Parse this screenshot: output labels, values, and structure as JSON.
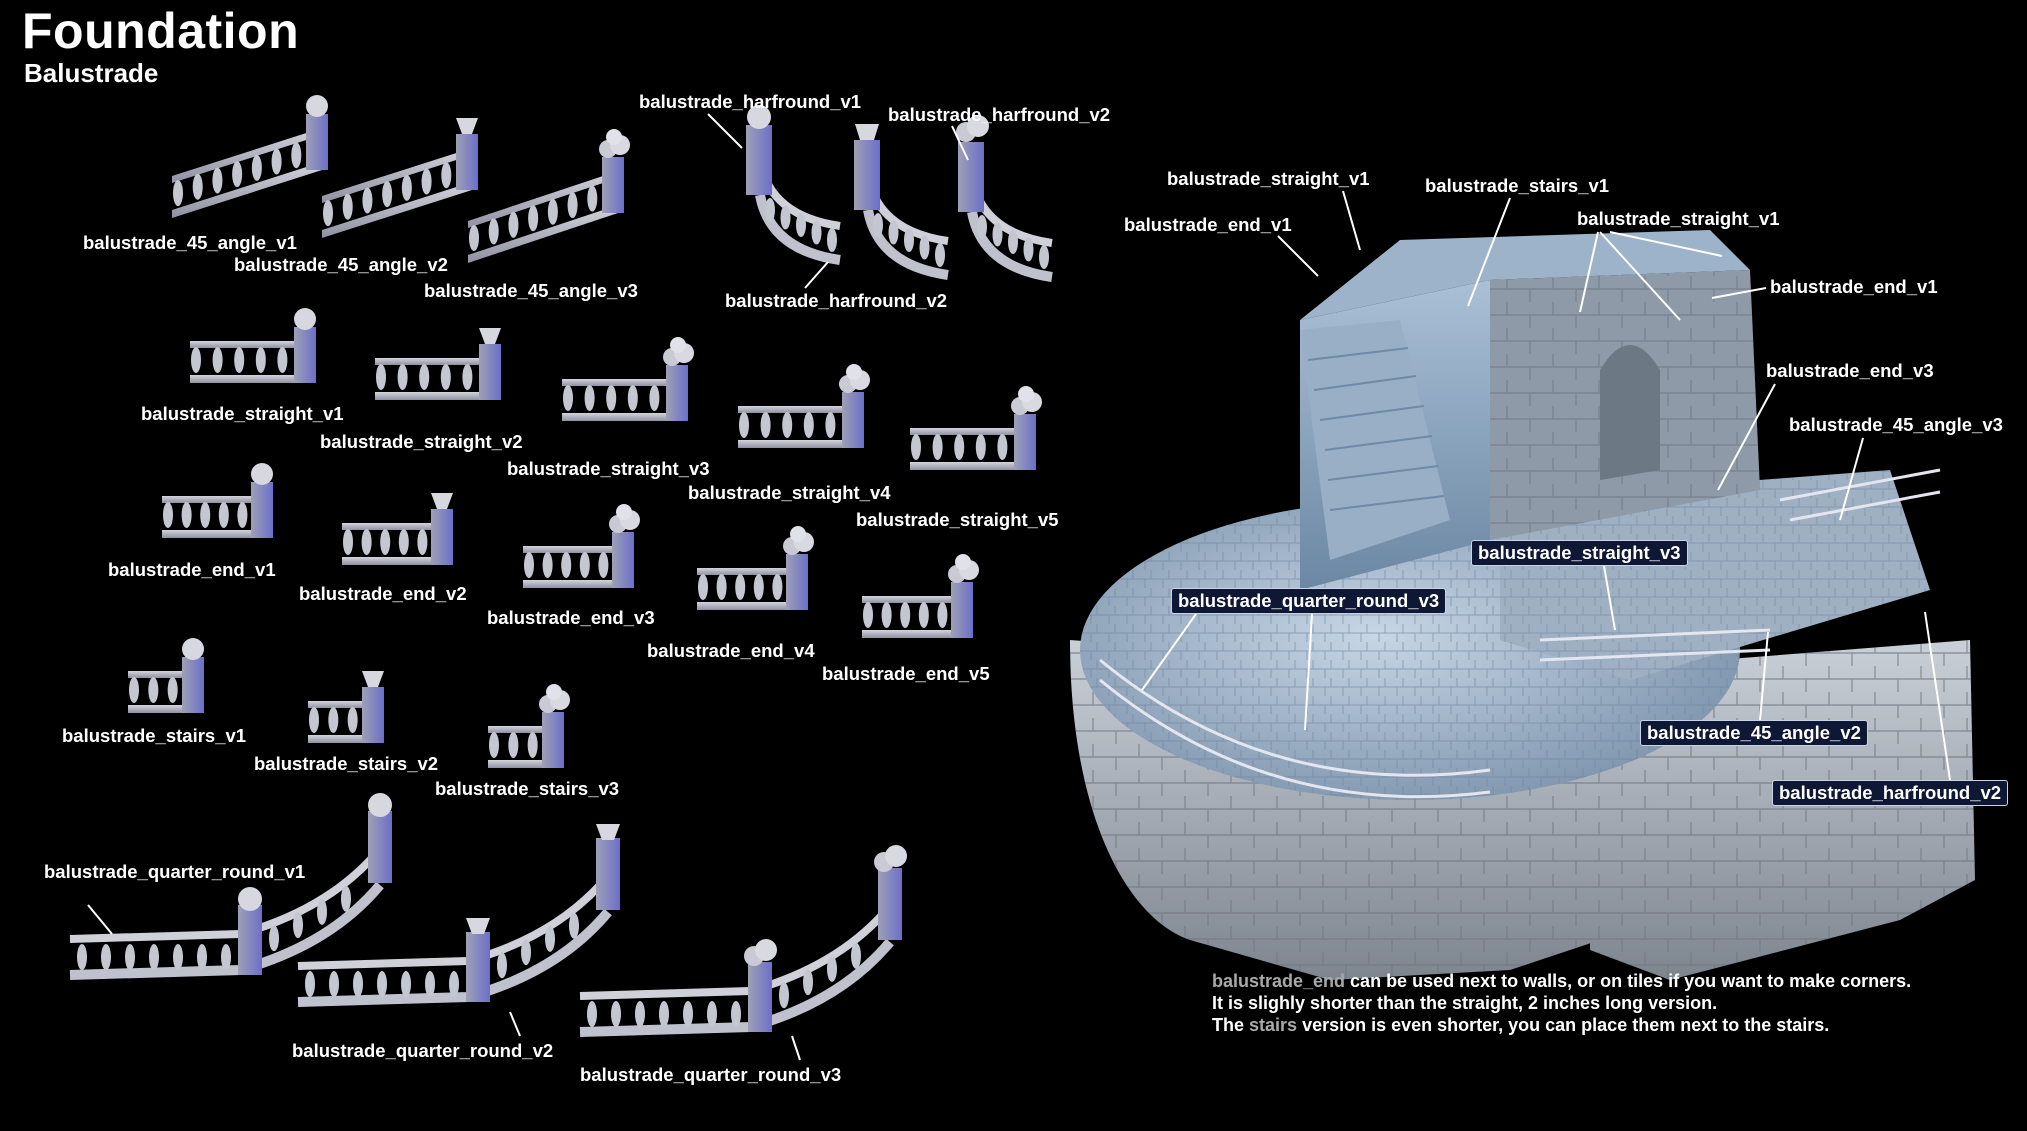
{
  "header": {
    "title": "Foundation",
    "subtitle": "Balustrade"
  },
  "pieces": {
    "angle_v1": "balustrade_45_angle_v1",
    "angle_v2": "balustrade_45_angle_v2",
    "angle_v3": "balustrade_45_angle_v3",
    "harfround_v1": "balustrade_harfround_v1",
    "harfround_v2_top": "balustrade_harfround_v2",
    "harfround_v2_bottom": "balustrade_harfround_v2",
    "straight_v1": "balustrade_straight_v1",
    "straight_v2": "balustrade_straight_v2",
    "straight_v3": "balustrade_straight_v3",
    "straight_v4": "balustrade_straight_v4",
    "straight_v5": "balustrade_straight_v5",
    "end_v1": "balustrade_end_v1",
    "end_v2": "balustrade_end_v2",
    "end_v3": "balustrade_end_v3",
    "end_v4": "balustrade_end_v4",
    "end_v5": "balustrade_end_v5",
    "stairs_v1": "balustrade_stairs_v1",
    "stairs_v2": "balustrade_stairs_v2",
    "stairs_v3": "balustrade_stairs_v3",
    "quarter_round_v1": "balustrade_quarter_round_v1",
    "quarter_round_v2": "balustrade_quarter_round_v2",
    "quarter_round_v3": "balustrade_quarter_round_v3"
  },
  "diorama_labels": {
    "straight_v1_a": "balustrade_straight_v1",
    "stairs_v1": "balustrade_stairs_v1",
    "straight_v1_b": "balustrade_straight_v1",
    "end_v1_a": "balustrade_end_v1",
    "end_v1_b": "balustrade_end_v1",
    "end_v3": "balustrade_end_v3",
    "angle_v3": "balustrade_45_angle_v3",
    "straight_v3": "balustrade_straight_v3",
    "quarter_round_v3": "balustrade_quarter_round_v3",
    "angle_v2": "balustrade_45_angle_v2",
    "harfround_v2": "balustrade_harfround_v2"
  },
  "note": {
    "line1_hl": "balustrade_end",
    "line1_rest": " can be used next to walls, or on tiles if you want to make corners.",
    "line2": "It is slighly shorter than the straight, 2 inches long version.",
    "line3_a": "The ",
    "line3_hl": "stairs",
    "line3_b": " version is even shorter, you can place them next to the stairs."
  },
  "colors": {
    "background": "#000000",
    "model_grey": "#b8bac3",
    "model_blue": "#8ea8c6",
    "label_box": "#0e1733"
  }
}
